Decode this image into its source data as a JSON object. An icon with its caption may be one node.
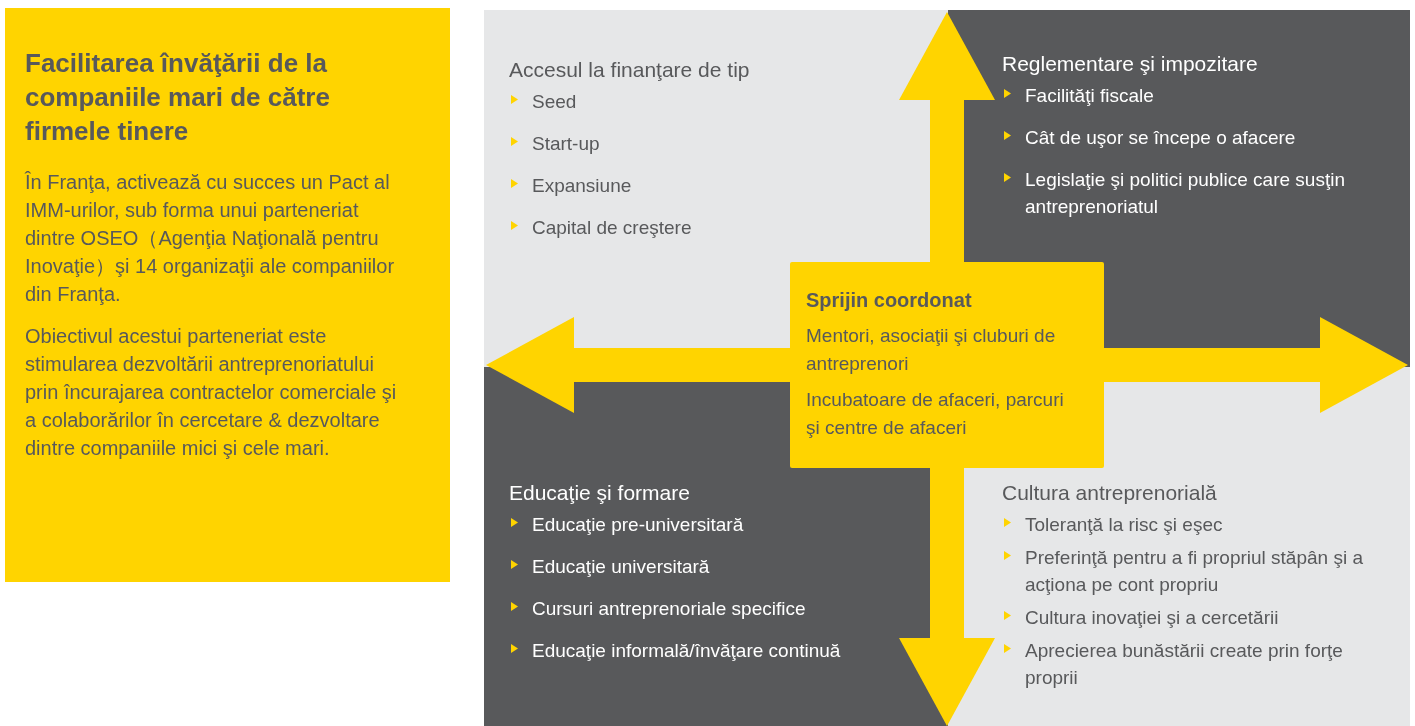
{
  "diagram": {
    "nodes": [
      {
        "text": [
          "Facilitarea învăţării de la companiile mari de către firmele tinere",
          "În Franţa, activează cu succes un Pact al IMM-urilor, sub forma unui parteneriat dintre OSEO（Agenţia Naţională pentru Inovaţie）şi 14 organizaţii ale companiilor din Franţa.",
          "Obiectivul acestui parteneriat este stimularea dezvoltării antreprenoriatului prin încurajarea contractelor comerciale şi a colaborărilor în cercetare & dezvoltare dintre companiile mici şi cele mari."
        ]
      },
      {
        "text": [
          "Accesul la finanţare de tip",
          "Seed",
          "Start-up",
          "Expansiune",
          "Capital de creştere"
        ]
      },
      {
        "text": [
          "Reglementare şi impozitare",
          "Facilităţi fiscale",
          "Cât de uşor se începe o afacere",
          "Legislaţie şi politici publice care susţin antreprenoriatul"
        ]
      },
      {
        "text": [
          "Educaţie şi formare",
          "Educaţie pre-universitară",
          "Educaţie universitară",
          "Cursuri antreprenoriale specifice",
          "Educaţie informală/învăţare continuă"
        ]
      },
      {
        "text": [
          "Cultura antreprenorială",
          "Toleranţă la risc şi eşec",
          "Preferinţă pentru a fi propriul stăpân şi a acţiona pe cont propriu",
          "Cultura inovaţiei şi a cercetării",
          "Aprecierea bunăstării create prin forţe proprii"
        ]
      },
      {
        "text": [
          "Sprijin coordonat",
          "Mentori, asociaţii şi cluburi de antreprenori",
          "Incubatoare de afaceri, parcuri şi centre de afaceri"
        ]
      }
    ],
    "edges": [
      {
        "from": 5,
        "to": 2,
        "arrow": "to"
      },
      {
        "from": 5,
        "to": 1,
        "arrow": "to"
      },
      {
        "from": 5,
        "to": 2,
        "arrow": "to"
      },
      {
        "from": 5,
        "to": 4,
        "arrow": "to"
      }
    ]
  }
}
